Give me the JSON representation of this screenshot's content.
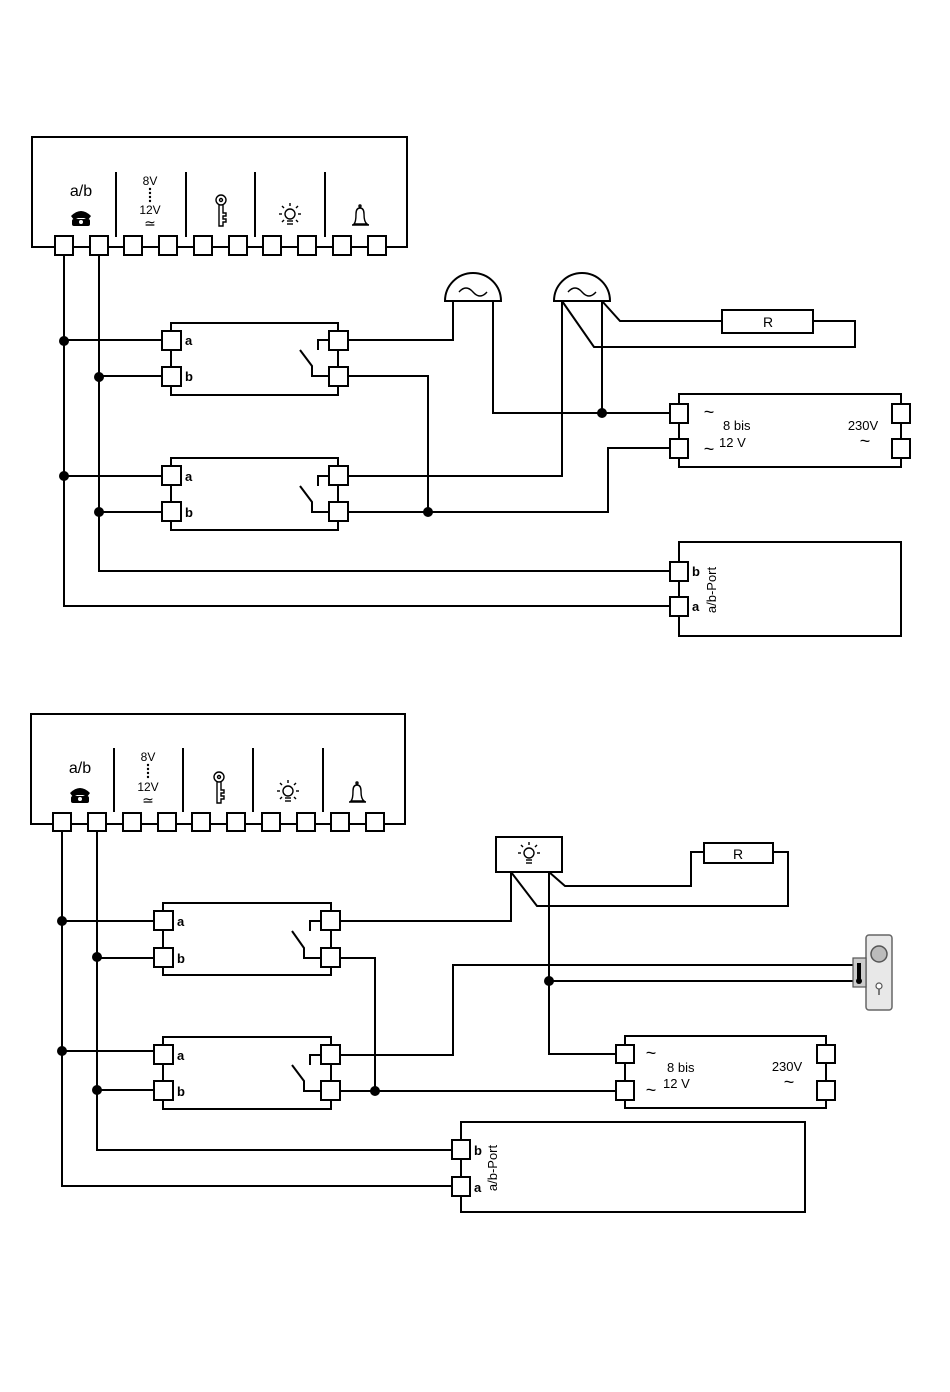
{
  "diagram_top": {
    "panel": {
      "ab_label": "a/b",
      "volt_top": "8V",
      "volt_bottom": "12V",
      "ac_symbol": "≃"
    },
    "relay1": {
      "a_label": "a",
      "b_label": "b"
    },
    "relay2": {
      "a_label": "a",
      "b_label": "b"
    },
    "resistor_label": "R",
    "transformer": {
      "ac_symbol_1": "~",
      "ac_symbol_2": "~",
      "input_label_1": "8 bis",
      "input_label_2": "12 V",
      "mains_label": "230V",
      "mains_symbol": "~"
    },
    "port": {
      "b_label": "b",
      "a_label": "a",
      "port_label": "a/b-Port"
    }
  },
  "diagram_bottom": {
    "panel": {
      "ab_label": "a/b",
      "volt_top": "8V",
      "volt_bottom": "12V",
      "ac_symbol": "≃"
    },
    "relay1": {
      "a_label": "a",
      "b_label": "b"
    },
    "relay2": {
      "a_label": "a",
      "b_label": "b"
    },
    "resistor_label": "R",
    "transformer": {
      "ac_symbol_1": "~",
      "ac_symbol_2": "~",
      "input_label_1": "8 bis",
      "input_label_2": "12 V",
      "mains_label": "230V",
      "mains_symbol": "~"
    },
    "port": {
      "b_label": "b",
      "a_label": "a",
      "port_label": "a/b-Port"
    }
  }
}
